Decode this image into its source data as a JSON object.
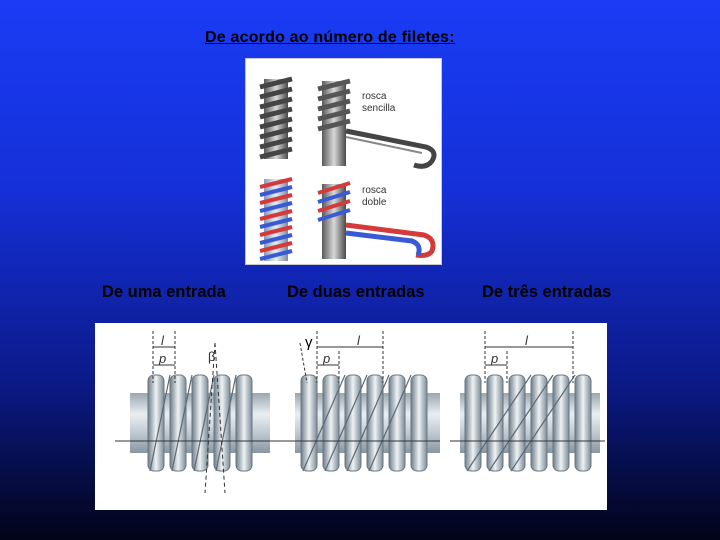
{
  "title": "De acordo ao número de filetes:",
  "top_figure": {
    "label_single_line1": "rosca",
    "label_single_line2": "sencilla",
    "label_double_line1": "rosca",
    "label_double_line2": "doble",
    "thread_color": "#7a7a7a",
    "red_color": "#d43a3a",
    "blue_color": "#3a5ad4"
  },
  "captions": {
    "one": "De uma entrada",
    "two": "De duas entradas",
    "three": "De três entradas"
  },
  "bottom_figure": {
    "label_l": "l",
    "label_p": "p",
    "label_beta": "β",
    "label_gamma": "γ"
  },
  "colors": {
    "background_top": "#1a3cf5",
    "background_bottom": "#020418"
  }
}
